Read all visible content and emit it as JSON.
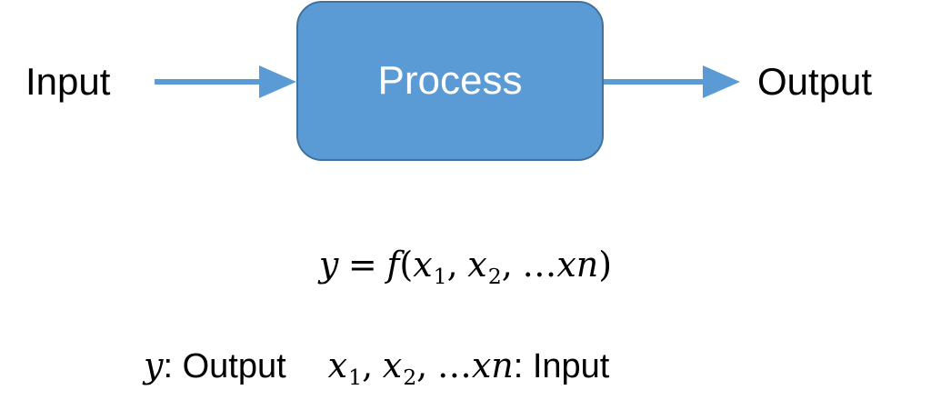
{
  "diagram": {
    "input_label": "Input",
    "process_label": "Process",
    "output_label": "Output",
    "colors": {
      "box_fill": "#5b9bd5",
      "box_border": "#41719c",
      "arrow": "#5b9bd5",
      "process_text": "#ffffff"
    }
  },
  "formula": {
    "lhs": "y",
    "equals": "=",
    "func": "f",
    "open": "(",
    "x1_base": "x",
    "x1_sub": "1",
    "comma1": ",",
    "x2_base": "x",
    "x2_sub": "2",
    "comma2": ",",
    "ellipsis": "…",
    "xn": "xn",
    "close": ")"
  },
  "legend": {
    "y_symbol": "y",
    "y_text": ": Output",
    "x1_base": "x",
    "x1_sub": "1",
    "comma1": ",",
    "x2_base": "x",
    "x2_sub": "2",
    "comma2": ",",
    "ellipsis": "…",
    "xn": "xn",
    "x_text": ": Input"
  }
}
